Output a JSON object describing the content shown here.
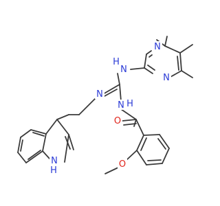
{
  "molecule": {
    "atom_colors": {
      "N": "#2b3bd6",
      "O": "#e0241b",
      "bond": "#3a3a3a"
    },
    "atom_labels": {
      "pyrimidine_n_top": "N",
      "pyrimidine_n_bottom": "N",
      "amine_nh": "N",
      "amine_h": "H",
      "imine_n": "N",
      "amide_n": "N",
      "amide_h": "H",
      "carbonyl_o": "O",
      "methoxy_o": "O",
      "indole_n": "N",
      "indole_h": "H"
    }
  }
}
